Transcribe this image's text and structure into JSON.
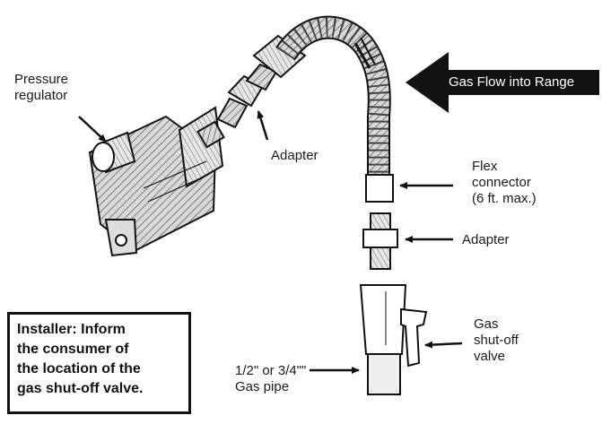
{
  "labels": {
    "pressure_regulator": [
      "Pressure",
      "regulator"
    ],
    "adapter_top": "Adapter",
    "flex_connector": [
      "Flex",
      "connector",
      "(6 ft. max.)"
    ],
    "adapter_bottom": "Adapter",
    "shutoff_valve": [
      "Gas",
      "shut-off",
      "valve"
    ],
    "gas_pipe": [
      "1/2\" or 3/4\"\"",
      "Gas pipe"
    ],
    "gas_flow": "Gas Flow into Range"
  },
  "installer_note": [
    "Installer: Inform",
    "the consumer of",
    "the location of the",
    "gas shut-off valve."
  ]
}
